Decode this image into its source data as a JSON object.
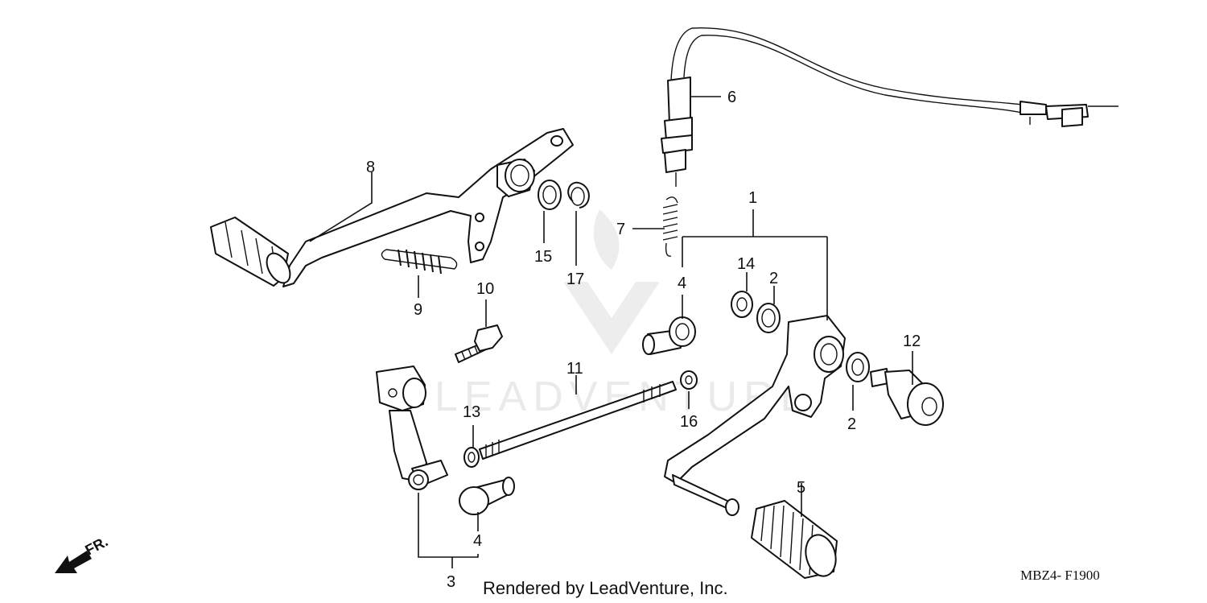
{
  "diagram": {
    "callouts": {
      "c1": "1",
      "c2a": "2",
      "c2b": "2",
      "c3": "3",
      "c4a": "4",
      "c4b": "4",
      "c5": "5",
      "c6": "6",
      "c7": "7",
      "c8": "8",
      "c9": "9",
      "c10": "10",
      "c11": "11",
      "c12": "12",
      "c13": "13",
      "c14": "14",
      "c15": "15",
      "c16": "16",
      "c17": "17"
    },
    "direction_label": "FR.",
    "footer_text": "Rendered by LeadVenture, Inc.",
    "diagram_code": "MBZ4- F1900",
    "watermark_text": "LEADVENTURE"
  }
}
